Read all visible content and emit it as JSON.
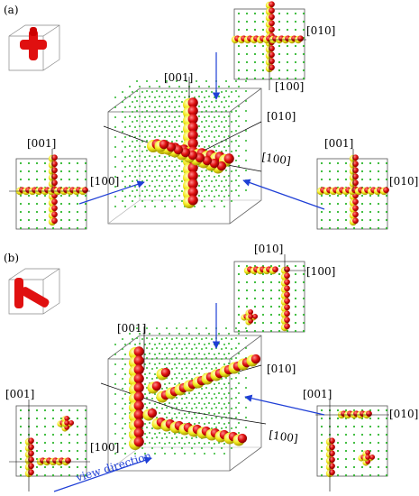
{
  "panels": [
    {
      "panel_label": "(a)",
      "cube_axes": {
        "x": "[100]",
        "y": "[010]",
        "z": "[001]"
      },
      "top_view": {
        "axis_h": "[010]",
        "axis_v": "[100]"
      },
      "left_view": {
        "axis_v": "[001]",
        "axis_h": "[100]"
      },
      "right_view": {
        "axis_v": "[001]",
        "axis_h": "[010]"
      }
    },
    {
      "panel_label": "(b)",
      "cube_axes": {
        "x": "[100]",
        "y": "[010]",
        "z": "[001]"
      },
      "top_view": {
        "axis_v": "[010]",
        "axis_h": "[100]"
      },
      "left_view": {
        "axis_v": "[001]",
        "axis_h": "[100]"
      },
      "right_view": {
        "axis_v": "[001]",
        "axis_h": "[010]"
      },
      "annotation": "view direction"
    }
  ],
  "colors": {
    "atom_red": "#e01010",
    "atom_yellow": "#f2ea1e",
    "lattice_green": "#2fb82f",
    "arrow_blue": "#1f3fd6"
  }
}
